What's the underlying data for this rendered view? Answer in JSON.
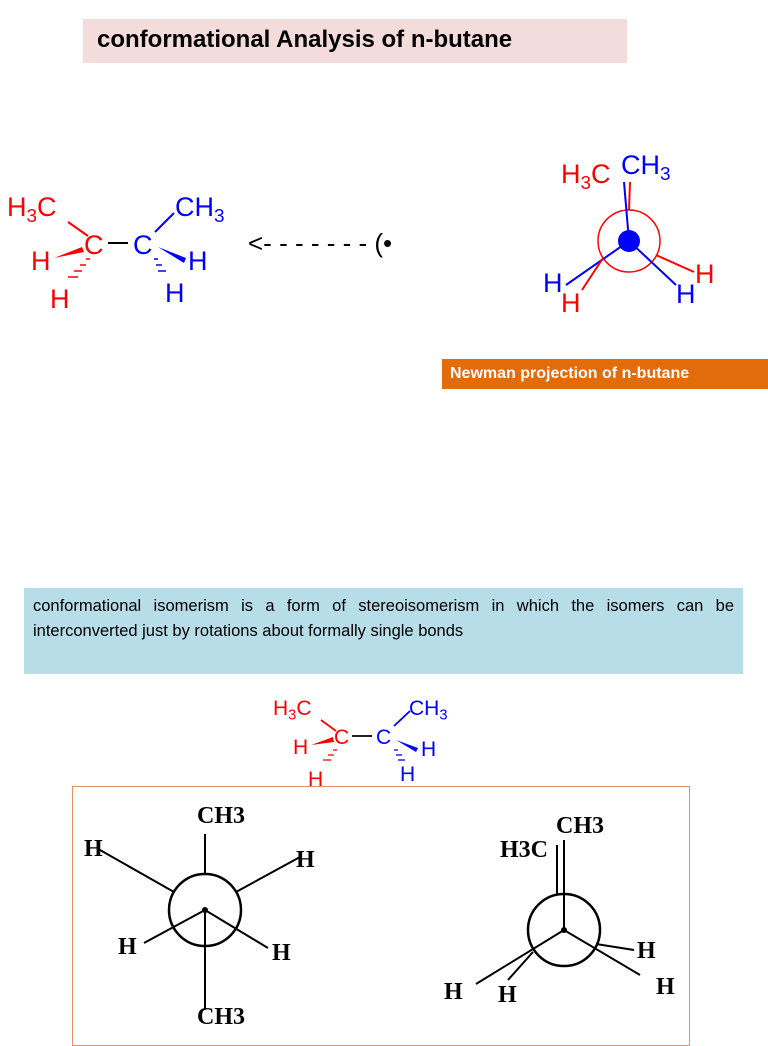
{
  "title": "conformational Analysis of n-butane",
  "caption": "Newman projection of n-butane",
  "definition": "conformational isomerism is a form of stereoisomerism in which the isomers can be interconverted just by rotations about formally single bonds",
  "arrow": "<- - - - - - - (•",
  "colors": {
    "red": "#ff0000",
    "blue": "#0000ff",
    "caption_bg": "#e36c0a",
    "title_bg": "#f4dcdc",
    "definition_bg": "#b7dde8"
  },
  "structure": {
    "left": {
      "carbon": "C",
      "methyl_top": "H3C",
      "h_side": "H",
      "h_bottom": "H"
    },
    "right": {
      "carbon": "C",
      "methyl_top": "CH3",
      "h_side": "H",
      "h_bottom": "H"
    }
  },
  "newman_top": {
    "front_methyl": "H3C",
    "back_methyl": "CH3",
    "h_labels": [
      "H",
      "H",
      "H",
      "H"
    ]
  },
  "newman_anti": {
    "top": "CH3",
    "bottom": "CH3",
    "h_top_left": "H",
    "h_top_right": "H",
    "h_bottom_left": "H",
    "h_bottom_right": "H"
  },
  "newman_eclipsed": {
    "front_methyl": "H3C",
    "back_methyl": "CH3",
    "h_labels": [
      "H",
      "H",
      "H",
      "H"
    ]
  }
}
